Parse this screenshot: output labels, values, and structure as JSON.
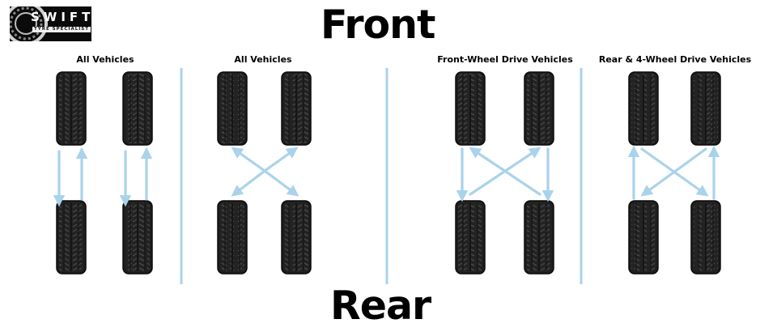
{
  "logo": {
    "word": "SWIFT",
    "tagline": "TYRE SPECIALIST"
  },
  "labels": {
    "front": "Front",
    "rear": "Rear"
  },
  "panels": [
    {
      "title": "All Vehicles",
      "pattern": "front-to-back"
    },
    {
      "title": "All Vehicles",
      "pattern": "cross"
    },
    {
      "title": "Front-Wheel Drive Vehicles",
      "pattern": "forward-cross"
    },
    {
      "title": "Rear & 4-Wheel Drive Vehicles",
      "pattern": "rearward-cross"
    }
  ],
  "colors": {
    "arrow": "#a9d3ea",
    "divider": "#a9d3ea",
    "tyre": "#1e1e1e",
    "tread": "#4a4a4a"
  }
}
